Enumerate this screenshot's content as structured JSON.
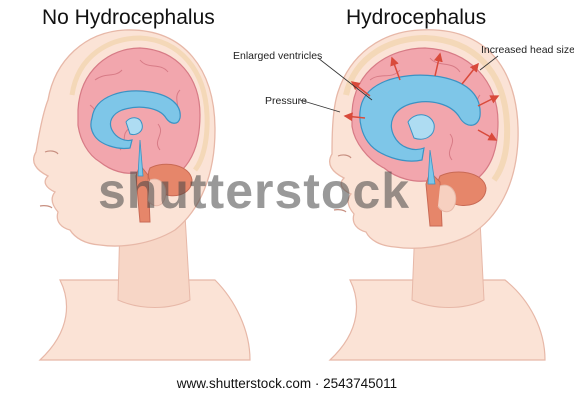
{
  "titles": {
    "left": "No Hydrocephalus",
    "right": "Hydrocephalus"
  },
  "annotations": {
    "enlarged_ventricles": "Enlarged ventricles",
    "pressure": "Pressure",
    "increased_head_size": "Increased head size"
  },
  "watermark": "shutterstock",
  "footer": {
    "site": "www.shutterstock.com",
    "separator": "·",
    "image_id": "2543745011"
  },
  "colors": {
    "skin": "#fbe3d6",
    "skin_outline": "#e7b8a8",
    "brain": "#f2a6ad",
    "brain_outline": "#d77b86",
    "ventricle": "#7ec6e8",
    "ventricle_outline": "#3a93c4",
    "cerebellum": "#e6866a",
    "pressure_arrows": "#d94a3b",
    "skull_ring": "#f4d8b8"
  }
}
